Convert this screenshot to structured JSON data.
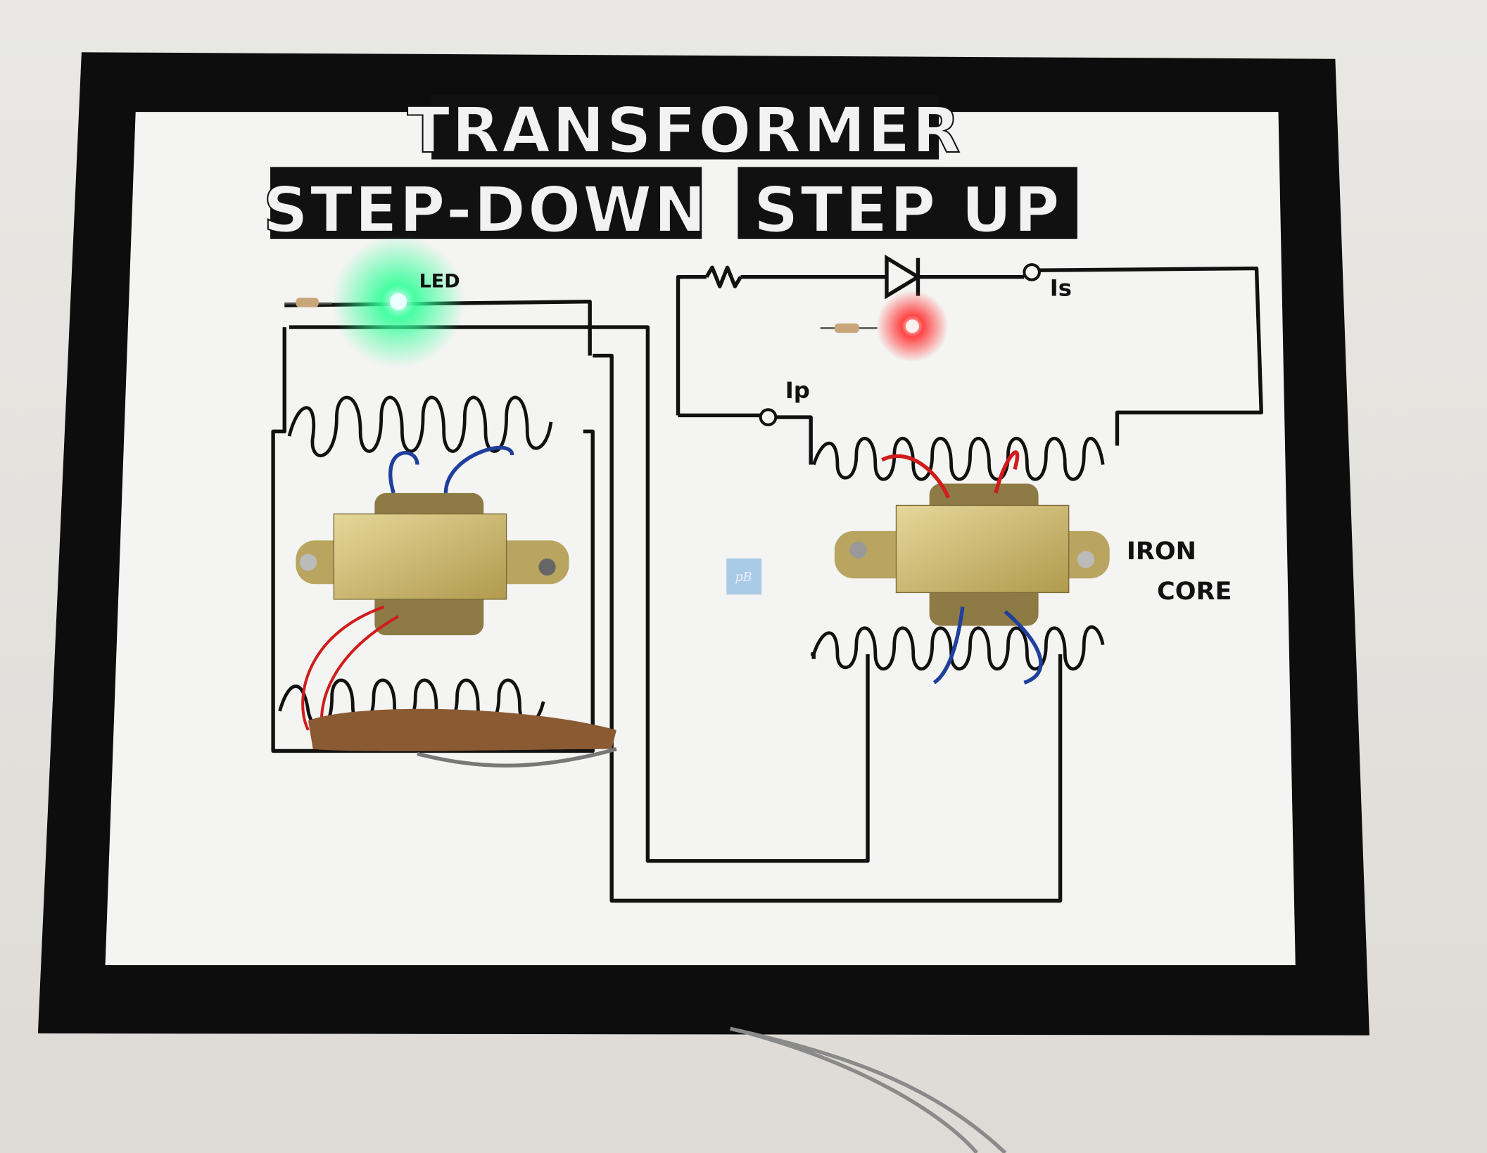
{
  "board": {
    "title": "TRANSFORMER",
    "left_label": "STEP-DOWN",
    "right_label": "STEP UP",
    "led_label": "LED",
    "primary_current_label": "Ip",
    "secondary_current_label": "Is",
    "core_label_line1": "IRON",
    "core_label_line2": "CORE"
  },
  "colors": {
    "board_border": "#0d0d0d",
    "paper": "#f4f4f2",
    "transformer_body": "#c9b46a",
    "green_led": "#33ff99",
    "red_led": "#ff3333",
    "red_wire": "#d01c1c",
    "blue_wire": "#1f3f9c"
  },
  "watermark": "pB"
}
